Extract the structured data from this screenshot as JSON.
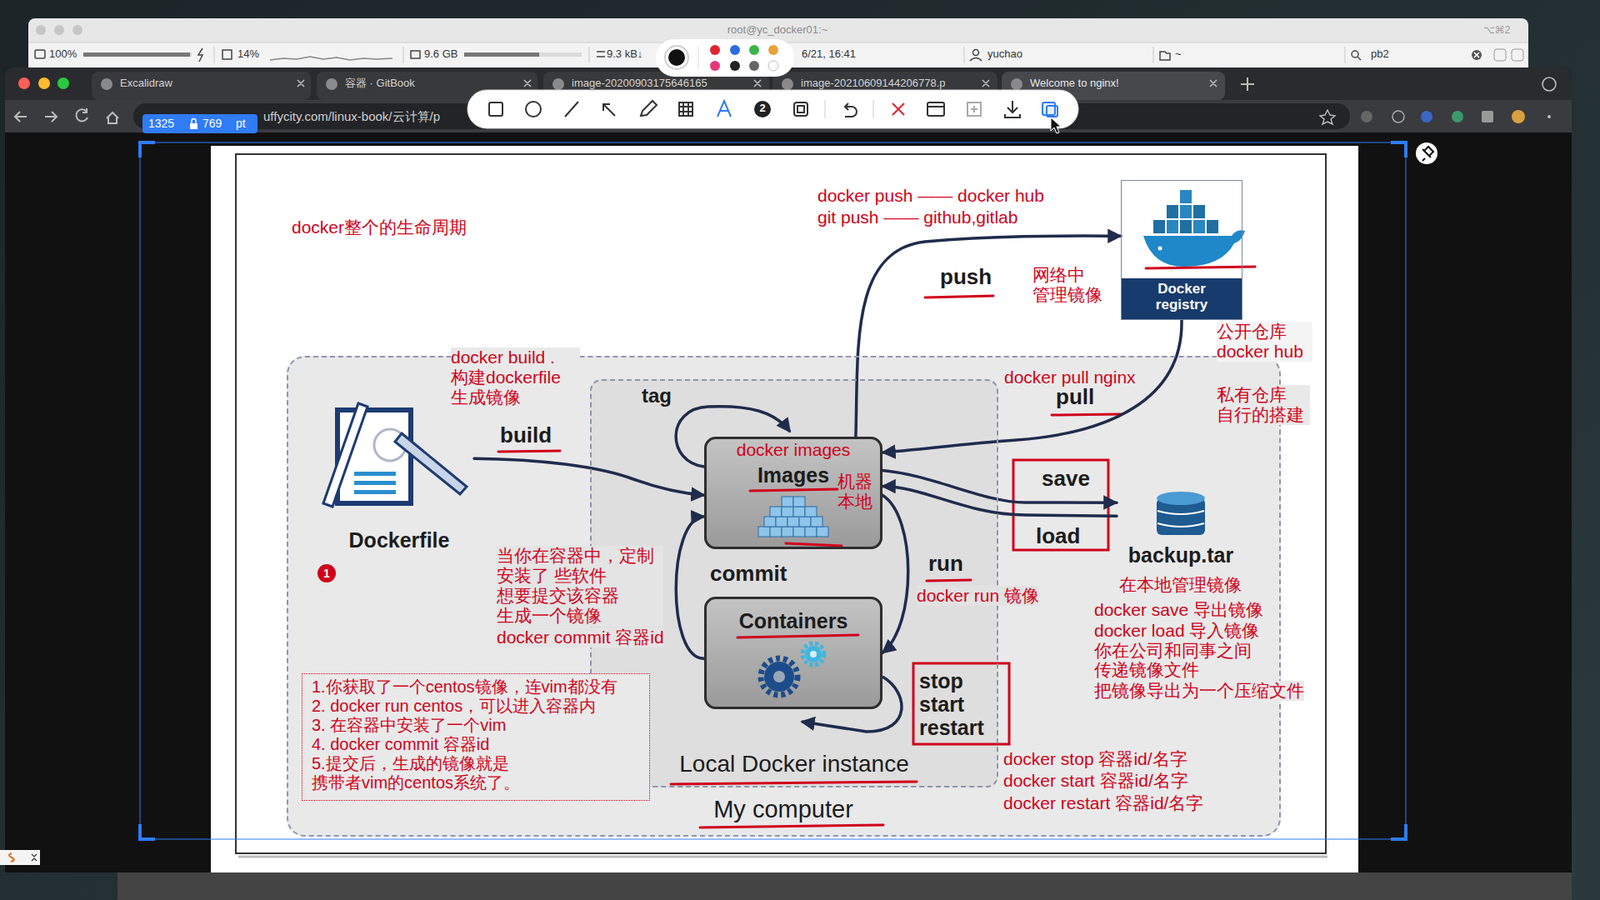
{
  "diagram": {
    "title": "docker整个的生命周期",
    "nodes": [
      {
        "text": [
          "My computer"
        ]
      },
      {
        "text": [
          "Local Docker instance"
        ],
        "in": 0
      },
      {
        "text": [
          "Dockerfile"
        ],
        "in": 0
      },
      {
        "text": [
          "Images"
        ],
        "in": 1
      },
      {
        "text": [
          "Containers"
        ],
        "in": 1
      },
      {
        "text": [
          "Docker registry"
        ]
      },
      {
        "text": [
          "backup.tar"
        ],
        "in": 0
      },
      {
        "text": [
          "1.你获取了一个centos镜像，连vim都没有",
          "2. docker run centos，可以进入容器内",
          "3. 在容器中安装了一个vim",
          "4. docker commit 容器id",
          "5.提交后，生成的镜像就是 携带者vim的centos系统了。"
        ],
        "in": 0
      }
    ],
    "edges": [
      {
        "from": 2,
        "to": 3,
        "label": "build",
        "arrow": "to"
      },
      {
        "from": 3,
        "to": 5,
        "label": "push",
        "arrow": "to"
      },
      {
        "from": 5,
        "to": 3,
        "label": "pull",
        "arrow": "to"
      },
      {
        "from": 3,
        "to": 6,
        "label": "save",
        "arrow": "to"
      },
      {
        "from": 6,
        "to": 3,
        "label": "load",
        "arrow": "to"
      },
      {
        "from": 3,
        "to": 4,
        "label": "run",
        "arrow": "to"
      },
      {
        "from": 4,
        "to": 3,
        "label": "commit",
        "arrow": "to"
      }
    ],
    "labels": [
      "root@yc_docker01:~",
      "⌥⌘2",
      "100%",
      "14%",
      "9.6 GB",
      "9.3 kB↓",
      "6/21, 16:41",
      "yuchao",
      "~",
      "pb2",
      "Excalidraw",
      "容器 · GitBook",
      "image-20200903175646165",
      "image-20210609144206778.p",
      "Welcome to nginx!",
      "uffycity.com/linux-book/云计算/p",
      "1325",
      "769",
      "pt",
      "2",
      "docker push —— docker hub",
      "git push —— github,gitlab",
      "网络中 管理镜像",
      "公开仓库 docker hub",
      "私有仓库 自行的搭建",
      "docker pull nginx",
      "docker build . 构建dockerfile 生成镜像",
      "tag",
      "docker images",
      "机器 本地",
      "1",
      "当你在容器中，定制 安装了 些软件 想要提交该容器 生成一个镜像",
      "docker commit 容器id",
      "docker run 镜像",
      "在本地管理镜像",
      "docker save 导出镜像",
      "docker load 导入镜像",
      "你在公司和同事之间 传递镜像文件",
      "把镜像导出为一个压缩文件",
      "stop",
      "start",
      "restart",
      "docker stop 容器id/名字",
      "docker start 容器id/名字",
      "docker restart 容器id/名字"
    ]
  }
}
